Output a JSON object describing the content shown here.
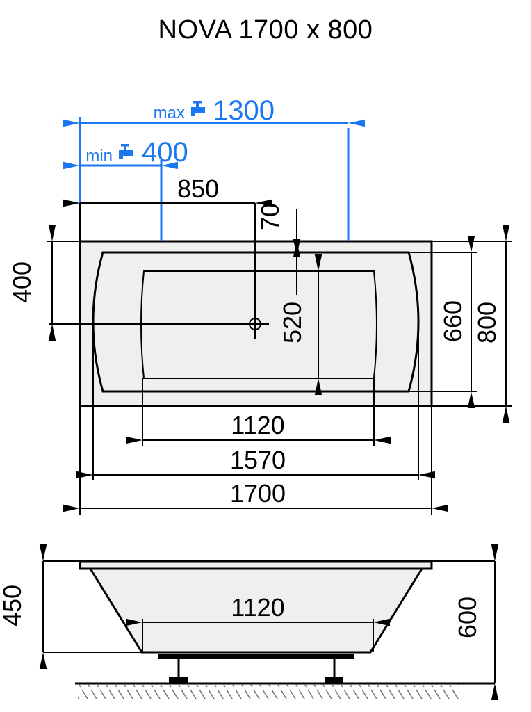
{
  "title": "NOVA 1700 x 800",
  "colors": {
    "accent_blue": "#1a77f0",
    "line_black": "#000000",
    "tub_fill_gray": "#efefef",
    "hatch_gray": "#777777"
  },
  "icons": {
    "faucet": "faucet-icon"
  },
  "top_view": {
    "faucet_max_label": "max",
    "faucet_max_value": "1300",
    "faucet_min_label": "min",
    "faucet_min_value": "400",
    "dim_drain_from_left": "850",
    "dim_rim_band": "70",
    "dim_drain_from_top": "400",
    "dim_bottom_width": "520",
    "dim_opening_width": "660",
    "dim_overall_width": "800",
    "dim_bottom_length": "1120",
    "dim_opening_length": "1570",
    "dim_overall_length": "1700"
  },
  "side_view": {
    "dim_depth": "450",
    "dim_bottom_length": "1120",
    "dim_overall_height": "600"
  }
}
